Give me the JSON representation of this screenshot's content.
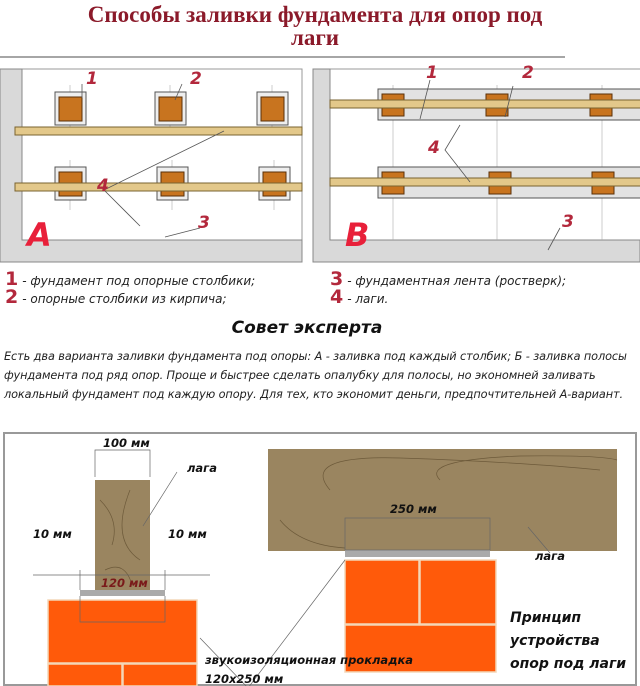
{
  "title": {
    "line1": "Способы заливки фундамента для опор под",
    "line2": "лаги"
  },
  "diagram_a": {
    "letter": "A",
    "markers": [
      "1",
      "2",
      "4",
      "3"
    ]
  },
  "diagram_b": {
    "letter": "B",
    "markers": [
      "1",
      "2",
      "4",
      "3"
    ]
  },
  "legend": [
    {
      "num": "1",
      "text": "- фундамент под опорные столбики;"
    },
    {
      "num": "2",
      "text": "- опорные столбики из кирпича;"
    },
    {
      "num": "3",
      "text": "- фундаментная лента (ростверк);"
    },
    {
      "num": "4",
      "text": "- лаги."
    }
  ],
  "advice": {
    "title": "Совет эксперта",
    "text": "Есть два варианта заливки фундамента под опоры: А - заливка под каждый столбик; Б - заливка полосы фундамента под ряд опор. Проще и быстрее сделать опалубку для полосы, но экономней заливать локальный фундамент под каждую опору. Для тех, кто экономит деньги, предпочтительней А-вариант."
  },
  "detail": {
    "width_top": "100 мм",
    "log_left": "лага",
    "gap_left": "10 мм",
    "gap_right": "10 мм",
    "pad_width": "120 мм",
    "log_width": "250 мм",
    "log_right": "лага",
    "pad_label": "звукоизоляционная прокладка",
    "pad_size": "120x250 мм",
    "caption": [
      "Принцип",
      "устройства",
      "опор под лаги"
    ]
  },
  "colors": {
    "title": "#8b1a2a",
    "marker": "#b3283c",
    "brick": "#ff5a0a",
    "wood": "#9a8560",
    "lath": "#e3c88a",
    "post": "#c8741f",
    "wall": "#d9d9d9"
  }
}
